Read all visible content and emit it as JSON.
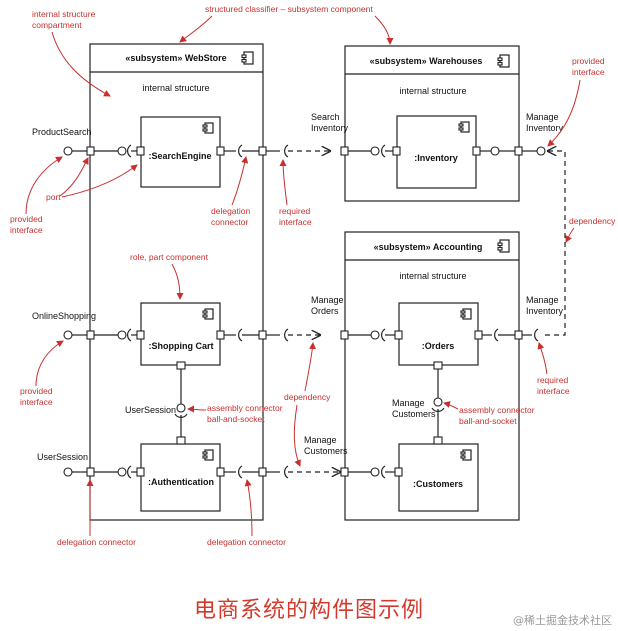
{
  "components": {
    "webstore": {
      "stereotype": "«subsystem» WebStore",
      "compartment": "internal structure"
    },
    "warehouses": {
      "stereotype": "«subsystem» Warehouses",
      "compartment": "internal structure"
    },
    "accounting": {
      "stereotype": "«subsystem» Accounting",
      "compartment": "internal structure"
    }
  },
  "parts": {
    "search_engine": ":SearchEngine",
    "shopping_cart": ":Shopping Cart",
    "authentication": ":Authentication",
    "inventory": ":Inventory",
    "orders": ":Orders",
    "customers": ":Customers"
  },
  "interfaces": {
    "product_search": "ProductSearch",
    "online_shopping": "OnlineShopping",
    "user_session_outer": "UserSession",
    "user_session_inner": "UserSession",
    "search_inventory": [
      "Search",
      "Inventory"
    ],
    "manage_inventory_top": [
      "Manage",
      "Inventory"
    ],
    "manage_orders": [
      "Manage",
      "Orders"
    ],
    "manage_inventory_mid": [
      "Manage",
      "Inventory"
    ],
    "manage_customers_left": [
      "Manage",
      "Customers"
    ],
    "manage_customers_inner": [
      "Manage",
      "Customers"
    ]
  },
  "annotations": {
    "internal_structure_compartment": [
      "internal structure",
      "compartment"
    ],
    "structured_classifier": "structured classifier – subsystem component",
    "provided_interface_top": [
      "provided",
      "interface"
    ],
    "port": "port",
    "provided_interface_left1": [
      "provided",
      "interface"
    ],
    "delegation_connector_top": [
      "delegation",
      "connector"
    ],
    "required_interface_top": [
      "required",
      "interface"
    ],
    "dependency_right": "dependency",
    "role_part_component": "role, part component",
    "provided_interface_left2": [
      "provided",
      "interface"
    ],
    "assembly_connector_1": [
      "assembly connector",
      "ball-and-socket"
    ],
    "dependency_mid": "dependency",
    "required_interface_right": [
      "required",
      "interface"
    ],
    "assembly_connector_2": [
      "assembly connector",
      "ball-and-socket"
    ],
    "delegation_connector_bottom_left": "delegation connector",
    "delegation_connector_bottom_mid": "delegation connector"
  },
  "caption": "电商系统的构件图示例",
  "watermark": "@稀土掘金技术社区",
  "colors": {
    "annotation": "#c8302f",
    "caption": "#d33a2c",
    "line": "#222222"
  }
}
